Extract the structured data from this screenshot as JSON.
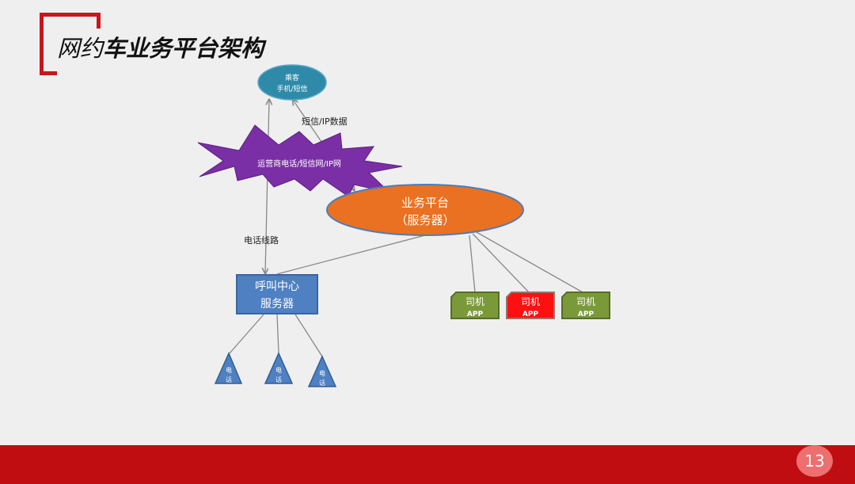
{
  "title": {
    "italic_part": "网约",
    "bold_part": "车业务平台架构"
  },
  "page_number": "13",
  "colors": {
    "accent_red": "#c8161d",
    "footer_red": "#c00d12",
    "passenger_teal": "#2e8aa8",
    "carrier_purple": "#7a2fa6",
    "platform_orange": "#ea7121",
    "callcenter_blue": "#4f80c2",
    "driver_green": "#7a9a3a",
    "driver_red": "#ff1010"
  },
  "nodes": {
    "passenger": {
      "line1": "乘客",
      "line2": "手机/短信"
    },
    "carrier": {
      "label": "运营商电话/短信网/IP网"
    },
    "platform": {
      "line1": "业务平台",
      "line2": "（服务器）"
    },
    "callcenter": {
      "line1": "呼叫中心",
      "line2": "服务器"
    },
    "drivers": [
      {
        "line1": "司机",
        "line2": "APP"
      },
      {
        "line1": "司机",
        "line2": "APP"
      },
      {
        "line1": "司机",
        "line2": "APP"
      }
    ],
    "phones": [
      {
        "line1": "电",
        "line2": "话"
      },
      {
        "line1": "电",
        "line2": "话"
      },
      {
        "line1": "电",
        "line2": "话"
      }
    ]
  },
  "edge_labels": {
    "sms_ip": "短信/IP数据",
    "phone_line": "电话线路"
  }
}
